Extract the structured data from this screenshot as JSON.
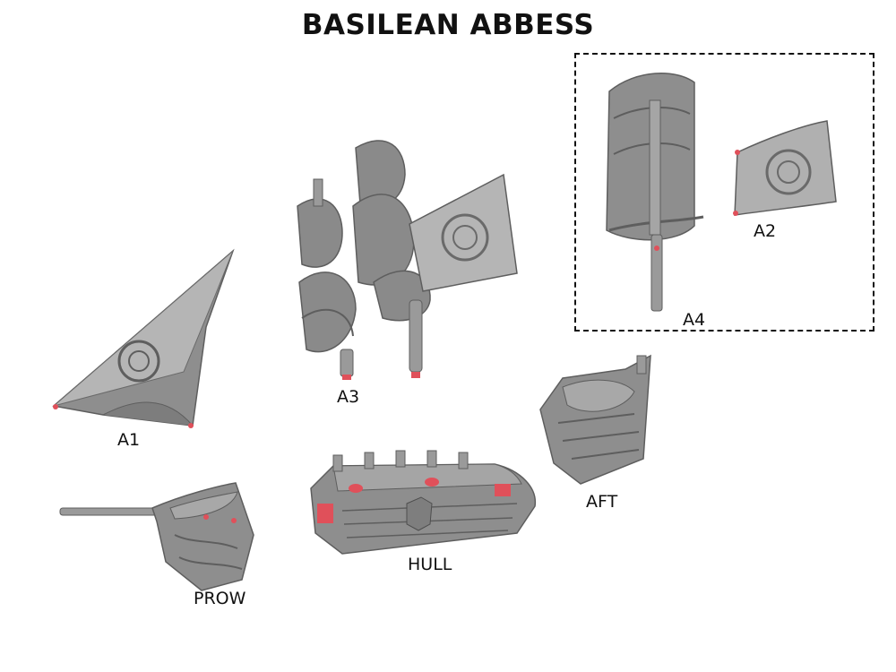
{
  "title": "BASILEAN ABBESS",
  "labels": {
    "a1": "A1",
    "a2": "A2",
    "a3": "A3",
    "a4": "A4",
    "aft": "AFT",
    "hull": "HULL",
    "prow": "PROW"
  },
  "colors": {
    "part_gray": "#8e8e8e",
    "part_light": "#b5b5b5",
    "part_dark": "#5e5e5e",
    "peg_red": "#e0505a",
    "frame": "#111111"
  }
}
